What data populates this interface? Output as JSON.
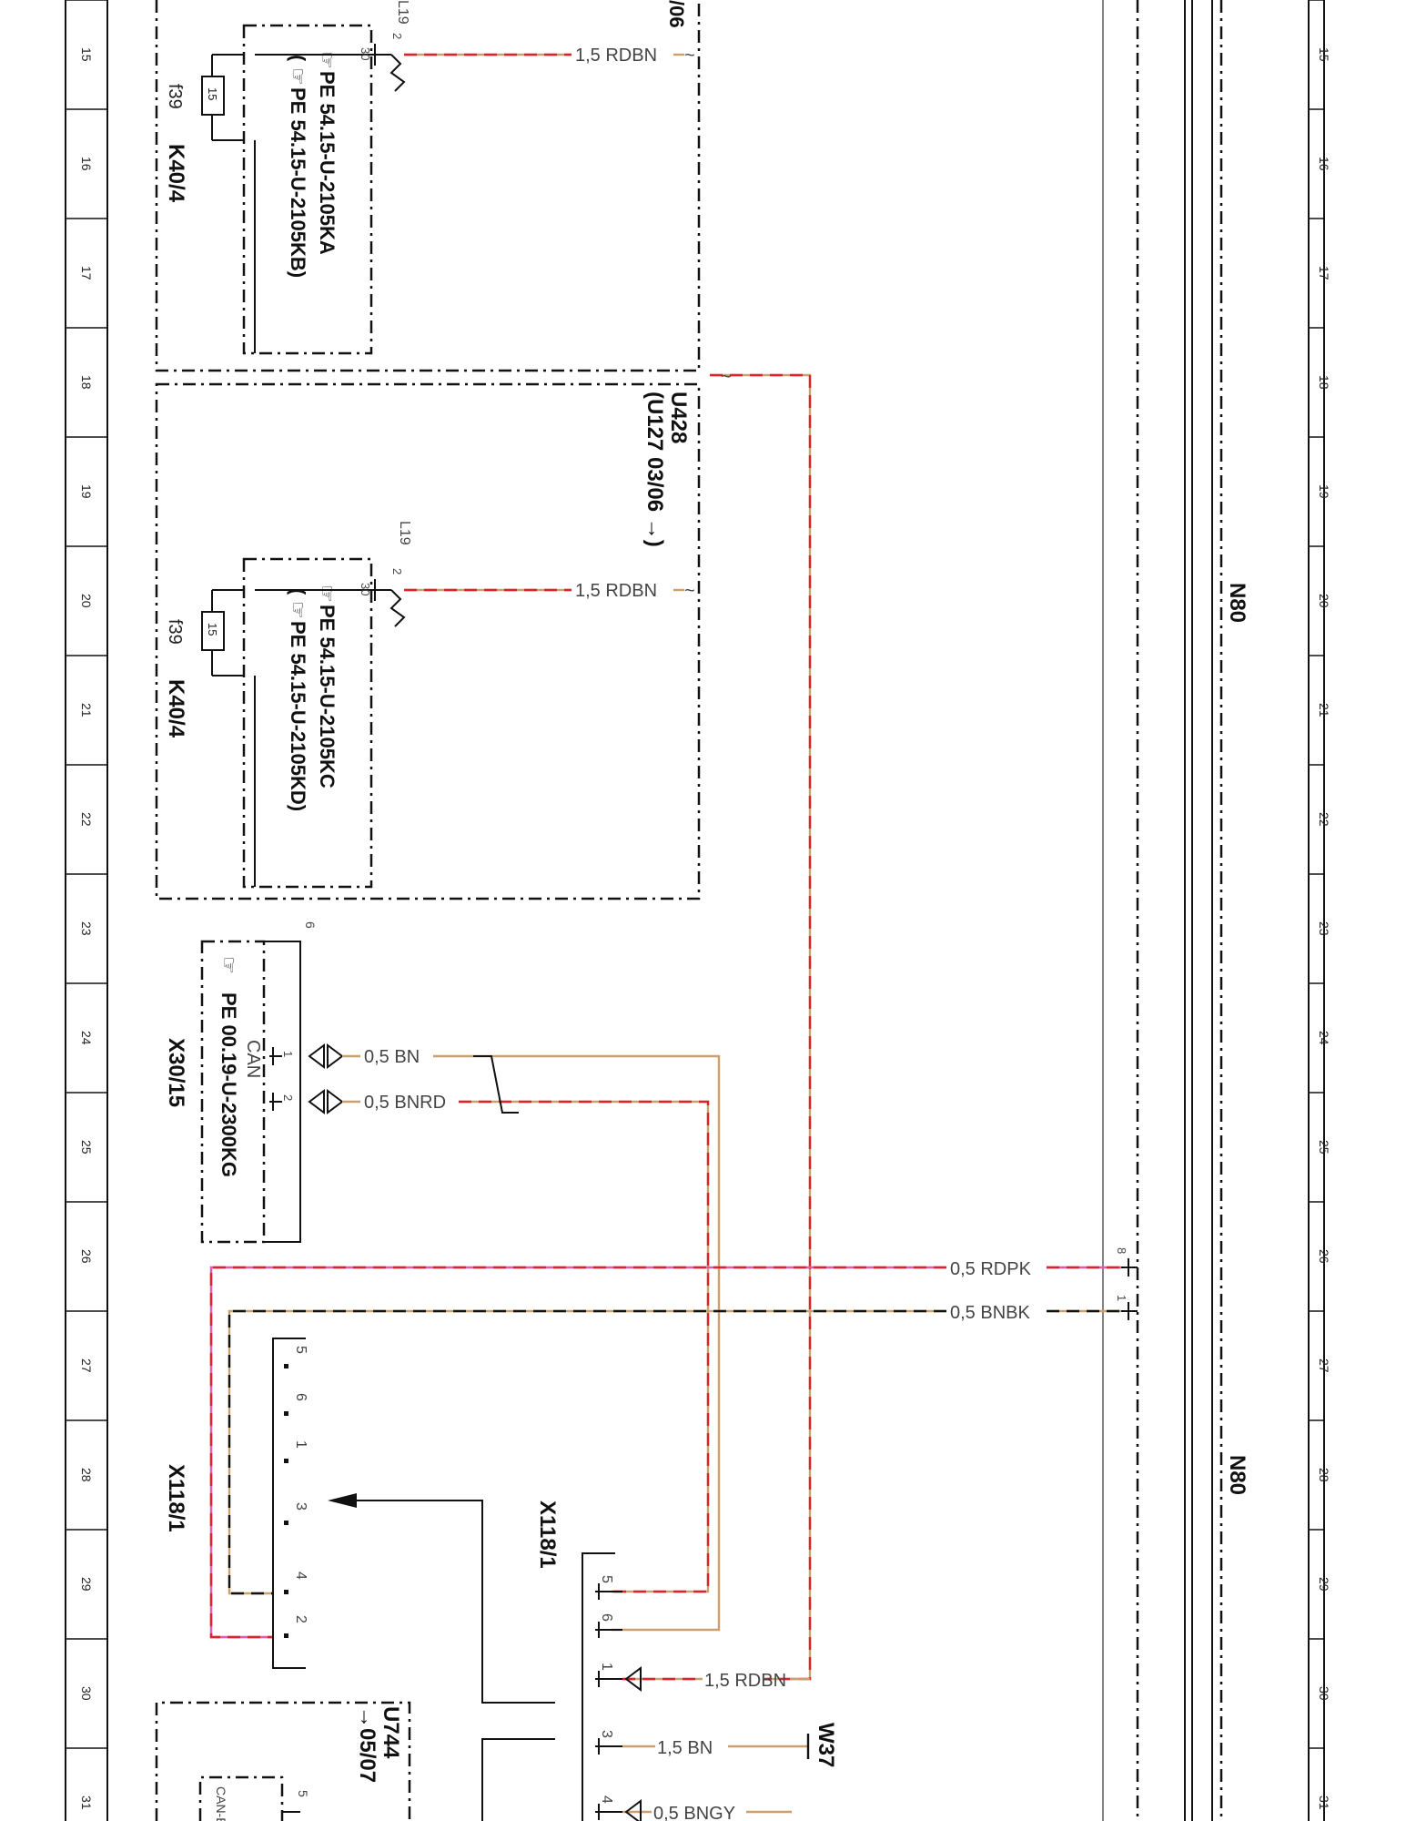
{
  "grid": {
    "rows_left": [
      "15",
      "16",
      "17",
      "18",
      "19",
      "20",
      "21",
      "22",
      "23",
      "24",
      "25",
      "26",
      "27",
      "28",
      "29",
      "30",
      "31"
    ],
    "rows_right": [
      "15",
      "16",
      "17",
      "18",
      "19",
      "20",
      "21",
      "22",
      "23",
      "24",
      "25",
      "26",
      "27",
      "28",
      "29",
      "30",
      "31"
    ]
  },
  "colors": {
    "red": "#e0202a",
    "tan": "#c9a06e",
    "pink": "#e45aa8",
    "black": "#111111",
    "grey": "#555555"
  },
  "modules": {
    "top_block": {
      "code_top": "/06",
      "connector": "L19",
      "pin_a": "2",
      "pin_b": "30",
      "fuse": "15",
      "fuse_id": "f39",
      "relay": "K40/4",
      "ref1": "PE 54.15-U-2105KA",
      "ref2": "PE 54.15-U-2105KB)",
      "ref2_open": "("
    },
    "mid_block": {
      "unit": "U428",
      "unit_sub": "(U127 03/06 →)",
      "connector": "L19",
      "pin_a": "2",
      "pin_b": "30",
      "fuse": "15",
      "fuse_id": "f39",
      "relay": "K40/4",
      "ref1": "PE 54.15-U-2105KC",
      "ref2": "PE 54.15-U-2105KD)",
      "ref2_open": "("
    },
    "can_block": {
      "top_pin": "6",
      "pin1": "1",
      "pin2": "2",
      "bus": "CAN",
      "ref": "PE 00.19-U-2300KG",
      "id": "X30/15"
    },
    "x118_left": {
      "id": "X118/1",
      "pins": [
        "5",
        "6",
        "1",
        "3",
        "4",
        "2"
      ]
    },
    "x118_right": {
      "id": "X118/1",
      "pins": [
        "5",
        "6",
        "1",
        "3",
        "4"
      ]
    },
    "u744": {
      "unit": "U744",
      "unit_sub": "→05/07",
      "inner": "CAN-B H",
      "pin": "5"
    },
    "n80": {
      "label_a": "N80",
      "label_b": "N80",
      "pin8": "8",
      "pin1": "1"
    },
    "w37": "W37"
  },
  "wires": {
    "rdbn_top": "1,5 RDBN",
    "rdbn_mid": "1,5 RDBN",
    "bn_can": "0,5 BN",
    "bnrd_can": "0,5 BNRD",
    "rdpk": "0,5 RDPK",
    "bnbk": "0,5 BNBK",
    "rdbn_bottom": "1,5 RDBN",
    "bn_w37": "1,5 BN",
    "bngy": "0,5 BNGY"
  }
}
